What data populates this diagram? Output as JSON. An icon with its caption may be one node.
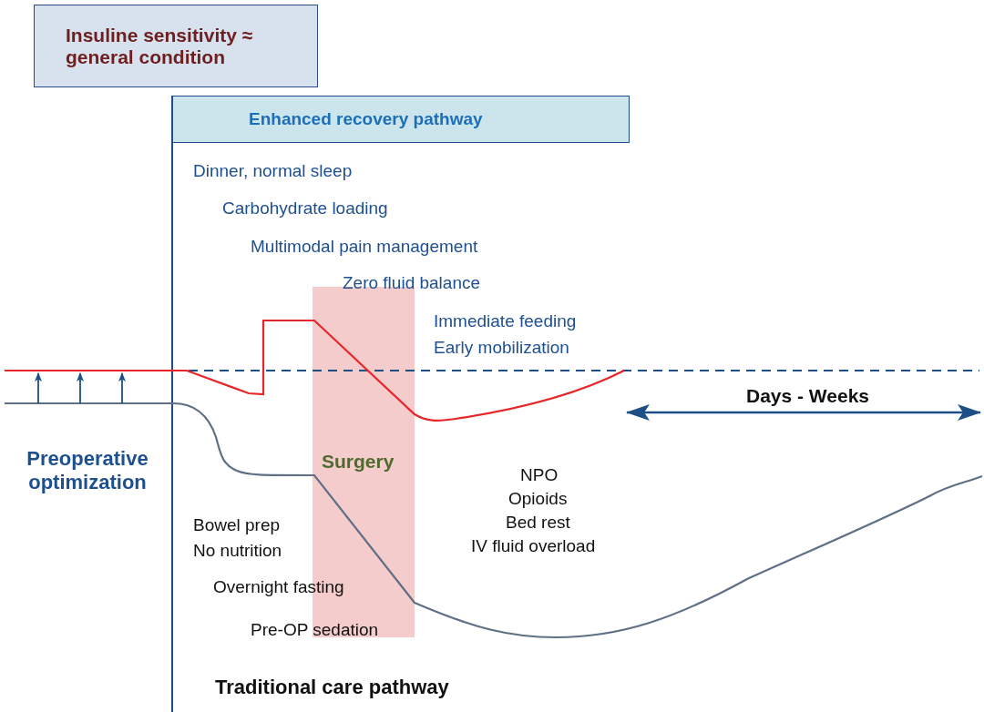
{
  "diagram": {
    "nodes": [
      {
        "text": [
          "Insuline sensitivity ≈ general condition"
        ]
      },
      {
        "text": [
          "Enhanced recovery pathway"
        ]
      },
      {
        "text": [
          "Surgery"
        ]
      }
    ],
    "labels": [
      "Dinner, normal sleep",
      "Carbohydrate loading",
      "Multimodal pain management",
      "Zero fluid balance",
      "Immediate feeding",
      "Early mobilization",
      "Days - Weeks",
      "Preoperative optimization",
      "NPO",
      "Opioids",
      "Bed rest",
      "IV fluid overload",
      "Bowel prep",
      "No nutrition",
      "Overnight fasting",
      "Pre-OP sedation",
      "Traditional care pathway"
    ]
  }
}
